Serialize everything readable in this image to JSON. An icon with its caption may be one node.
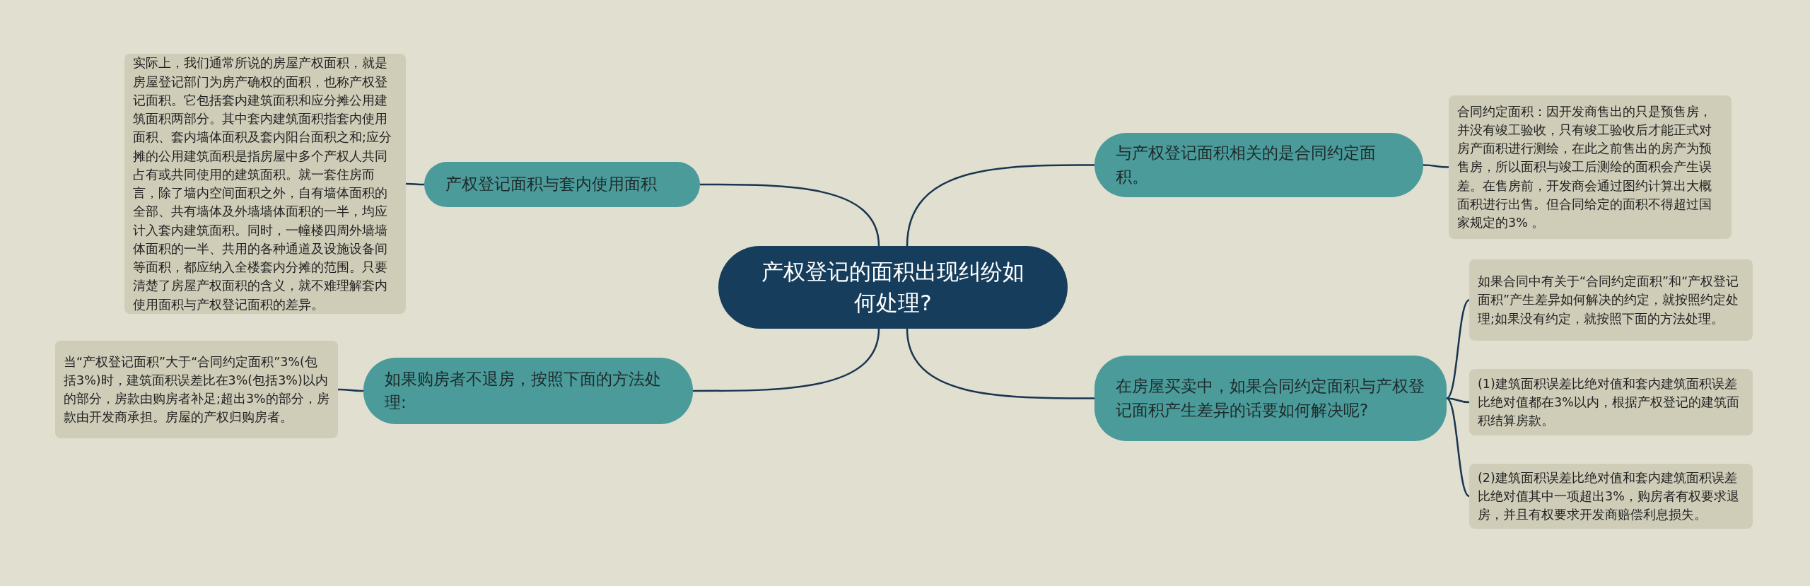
{
  "diagram": {
    "nodes": [
      {
        "text": [
          "产权登记的面积出现纠纷如何处理?"
        ]
      },
      {
        "text": [
          "产权登记面积与套内使用面积"
        ]
      },
      {
        "text": [
          "实际上，我们通常所说的房屋产权面积，就是房屋登记部门为房产确权的面积，也称产权登记面积。它包括套内建筑面积和应分摊公用建筑面积两部分。其中套内建筑面积指套内使用面积、套内墙体面积及套内阳台面积之和;应分摊的公用建筑面积是指房屋中多个产权人共同占有或共同使用的建筑面积。就一套住房而言，除了墙内空间面积之外，自有墙体面积的全部、共有墙体及外墙墙体面积的一半，均应计入套内建筑面积。同时，一幢楼四周外墙墙体面积的一半、共用的各种通道及设施设备间等面积，都应纳入全楼套内分摊的范围。只要清楚了房屋产权面积的含义，就不难理解套内使用面积与产权登记面积的差异。"
        ]
      },
      {
        "text": [
          "如果购房者不退房，按照下面的方法处理:"
        ]
      },
      {
        "text": [
          "当“产权登记面积”大于“合同约定面积”3%(包括3%)时，建筑面积误差比在3%(包括3%)以内的部分，房款由购房者补足;超出3%的部分，房款由开发商承担。房屋的产权归购房者。"
        ]
      },
      {
        "text": [
          "与产权登记面积相关的是合同约定面积。"
        ]
      },
      {
        "text": [
          "合同约定面积：因开发商售出的只是预售房，并没有竣工验收，只有竣工验收后才能正式对房产面积进行测绘，在此之前售出的房产为预售房，所以面积与竣工后测绘的面积会产生误差。在售房前，开发商会通过图约计算出大概面积进行出售。但合同给定的面积不得超过国家规定的3% 。"
        ]
      },
      {
        "text": [
          "在房屋买卖中，如果合同约定面积与产权登记面积产生差异的话要如何解决呢?"
        ]
      },
      {
        "text": [
          "如果合同中有关于“合同约定面积”和“产权登记面积”产生差异如何解决的约定，就按照约定处理;如果没有约定，就按照下面的方法处理。"
        ]
      },
      {
        "text": [
          "(1)建筑面积误差比绝对值和套内建筑面积误差比绝对值都在3%以内，根据产权登记的建筑面积结算房款。"
        ]
      },
      {
        "text": [
          "(2)建筑面积误差比绝对值和套内建筑面积误差比绝对值其中一项超出3%，购房者有权要求退房，并且有权要求开发商赔偿利息损失。"
        ]
      }
    ],
    "edges": [
      {
        "from": 0,
        "to": 1,
        "arrow": "none"
      },
      {
        "from": 1,
        "to": 2,
        "arrow": "none"
      },
      {
        "from": 0,
        "to": 3,
        "arrow": "none"
      },
      {
        "from": 3,
        "to": 4,
        "arrow": "none"
      },
      {
        "from": 0,
        "to": 5,
        "arrow": "none"
      },
      {
        "from": 5,
        "to": 6,
        "arrow": "none"
      },
      {
        "from": 0,
        "to": 7,
        "arrow": "none"
      },
      {
        "from": 7,
        "to": 8,
        "arrow": "none"
      },
      {
        "from": 7,
        "to": 9,
        "arrow": "none"
      },
      {
        "from": 7,
        "to": 10,
        "arrow": "none"
      }
    ]
  }
}
